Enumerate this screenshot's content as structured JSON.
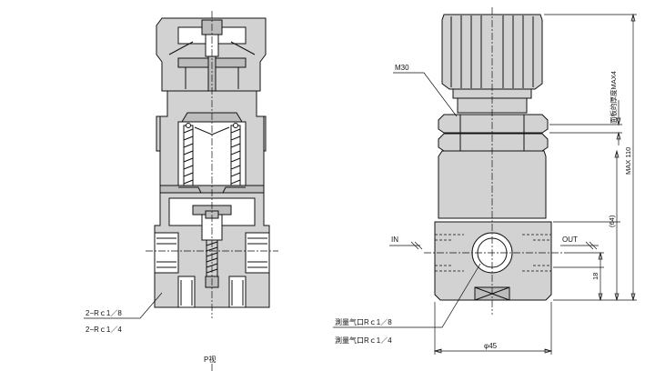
{
  "labels": {
    "thread_m30": "M30",
    "in_port": "IN",
    "out_port": "OUT",
    "port_rc18": "2−Rｃ1／8",
    "port_rc14": "2−Rｃ1／4",
    "gauge_rc18": "測量气口Rｃ1／8",
    "gauge_rc14": "測量气口Rｃ1／4",
    "view_p": "P视"
  },
  "dimensions": {
    "panel_thickness": "面板的厚度MAX4",
    "max_height": "MAX 110",
    "height_64": "(64)",
    "height_18": "18",
    "diameter": "φ45"
  }
}
